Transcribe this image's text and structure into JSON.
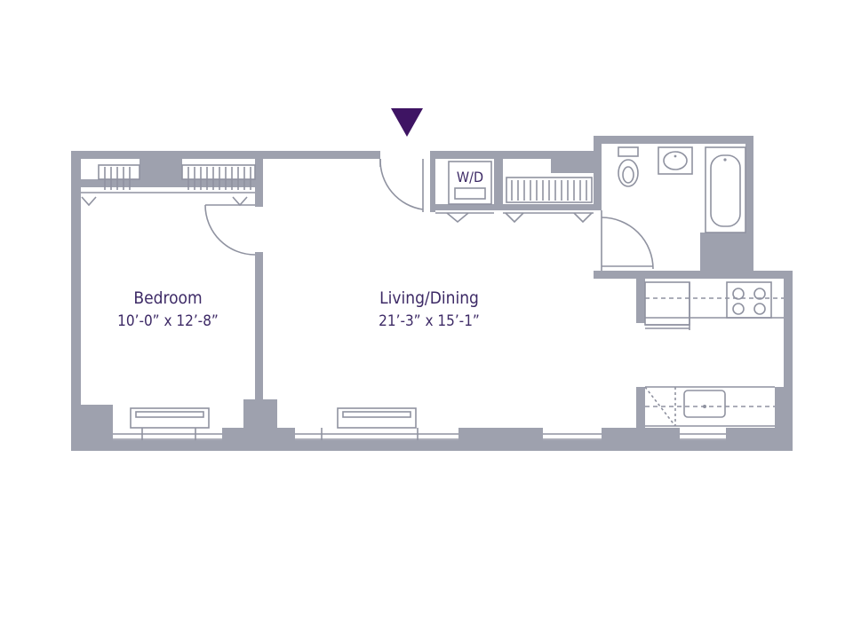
{
  "colors": {
    "wall": "#9ea1ae",
    "line": "#8f92a0",
    "entry_marker": "#3e1463",
    "label": "#3d2a66"
  },
  "rooms": {
    "bedroom": {
      "name": "Bedroom",
      "dimensions": "10’-0” x 12’-8”"
    },
    "living": {
      "name": "Living/Dining",
      "dimensions": "21’-3” x 15’-1”"
    }
  },
  "fixtures": {
    "washer_dryer": "W/D"
  },
  "icons": {
    "entry": "entry-arrow-icon",
    "toilet": "toilet-icon",
    "sink": "sink-icon",
    "bathtub": "bathtub-icon",
    "stove": "stove-icon",
    "kitchen_sink": "kitchen-sink-icon"
  }
}
